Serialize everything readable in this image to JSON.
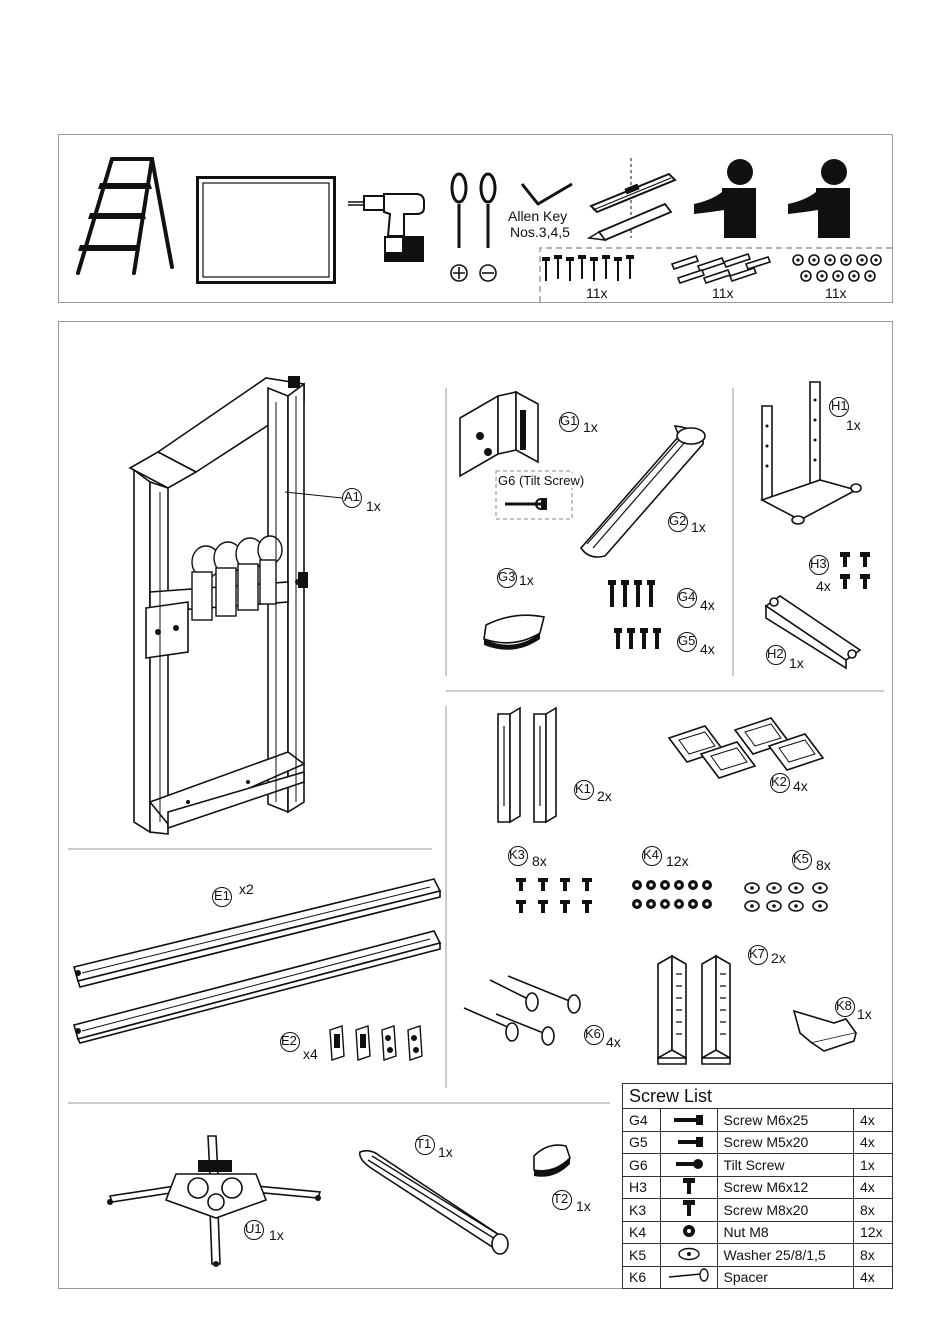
{
  "tools": {
    "allen_key_label": "Allen Key",
    "allen_key_nos": "Nos.3,4,5",
    "qty_screws": "11x",
    "qty_anchors": "11x",
    "qty_washers": "11x"
  },
  "parts": {
    "A1": {
      "code": "A1",
      "qty": "1x"
    },
    "G1": {
      "code": "G1",
      "qty": "1x"
    },
    "G6": {
      "code": "G6 (Tilt Screw)"
    },
    "G2": {
      "code": "G2",
      "qty": "1x"
    },
    "G3": {
      "code": "G3",
      "qty": "1x"
    },
    "G4": {
      "code": "G4",
      "qty": "4x"
    },
    "G5": {
      "code": "G5",
      "qty": "4x"
    },
    "H1": {
      "code": "H1",
      "qty": "1x"
    },
    "H2": {
      "code": "H2",
      "qty": "1x"
    },
    "H3": {
      "code": "H3",
      "qty": "4x"
    },
    "E1": {
      "code": "E1",
      "qty": "x2"
    },
    "E2": {
      "code": "E2",
      "qty": "x4"
    },
    "K1": {
      "code": "K1",
      "qty": "2x"
    },
    "K2": {
      "code": "K2",
      "qty": "4x"
    },
    "K3": {
      "code": "K3",
      "qty": "8x"
    },
    "K4": {
      "code": "K4",
      "qty": "12x"
    },
    "K5": {
      "code": "K5",
      "qty": "8x"
    },
    "K6": {
      "code": "K6",
      "qty": "4x"
    },
    "K7": {
      "code": "K7",
      "qty": "2x"
    },
    "K8": {
      "code": "K8",
      "qty": "1x"
    },
    "U1": {
      "code": "U1",
      "qty": "1x"
    },
    "T1": {
      "code": "T1",
      "qty": "1x"
    },
    "T2": {
      "code": "T2",
      "qty": "1x"
    }
  },
  "screw_list": {
    "title": "Screw List",
    "rows": [
      {
        "code": "G4",
        "name": "Screw M6x25",
        "qty": "4x"
      },
      {
        "code": "G5",
        "name": "Screw M5x20",
        "qty": "4x"
      },
      {
        "code": "G6",
        "name": "Tilt Screw",
        "qty": "1x"
      },
      {
        "code": "H3",
        "name": "Screw M6x12",
        "qty": "4x"
      },
      {
        "code": "K3",
        "name": "Screw M8x20",
        "qty": "8x"
      },
      {
        "code": "K4",
        "name": "Nut M8",
        "qty": "12x"
      },
      {
        "code": "K5",
        "name": "Washer 25/8/1,5",
        "qty": "8x"
      },
      {
        "code": "K6",
        "name": "Spacer",
        "qty": "4x"
      }
    ]
  }
}
